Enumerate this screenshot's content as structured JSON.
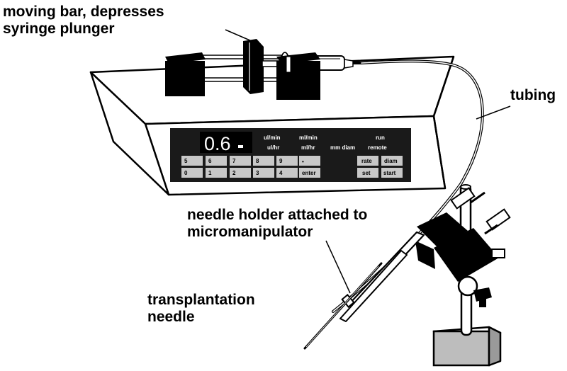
{
  "callouts": {
    "moving_bar": [
      "moving bar, depresses",
      "syringe plunger"
    ],
    "tubing": "tubing",
    "needle_holder": [
      "needle holder attached to",
      "micromanipulator"
    ],
    "needle": [
      "transplantation",
      "needle"
    ]
  },
  "display": {
    "value": "0.6"
  },
  "panel": {
    "ul_min": "ul/min",
    "ml_min": "ml/min",
    "run": "run",
    "ul_hr": "ul/hr",
    "ml_hr": "ml/hr",
    "mm_diam": "mm diam",
    "remote": "remote"
  },
  "keys": {
    "k5": "5",
    "k6": "6",
    "k7": "7",
    "k8": "8",
    "k9": "9",
    "dot": "•",
    "k0": "0",
    "k1": "1",
    "k2": "2",
    "k3": "3",
    "k4": "4",
    "enter": "enter",
    "rate": "rate",
    "diam": "diam",
    "set": "set",
    "start": "start"
  },
  "colors": {
    "ink": "#000000",
    "panel": "#1a1a1a",
    "key": "#c8c8c8",
    "paper": "#ffffff"
  }
}
